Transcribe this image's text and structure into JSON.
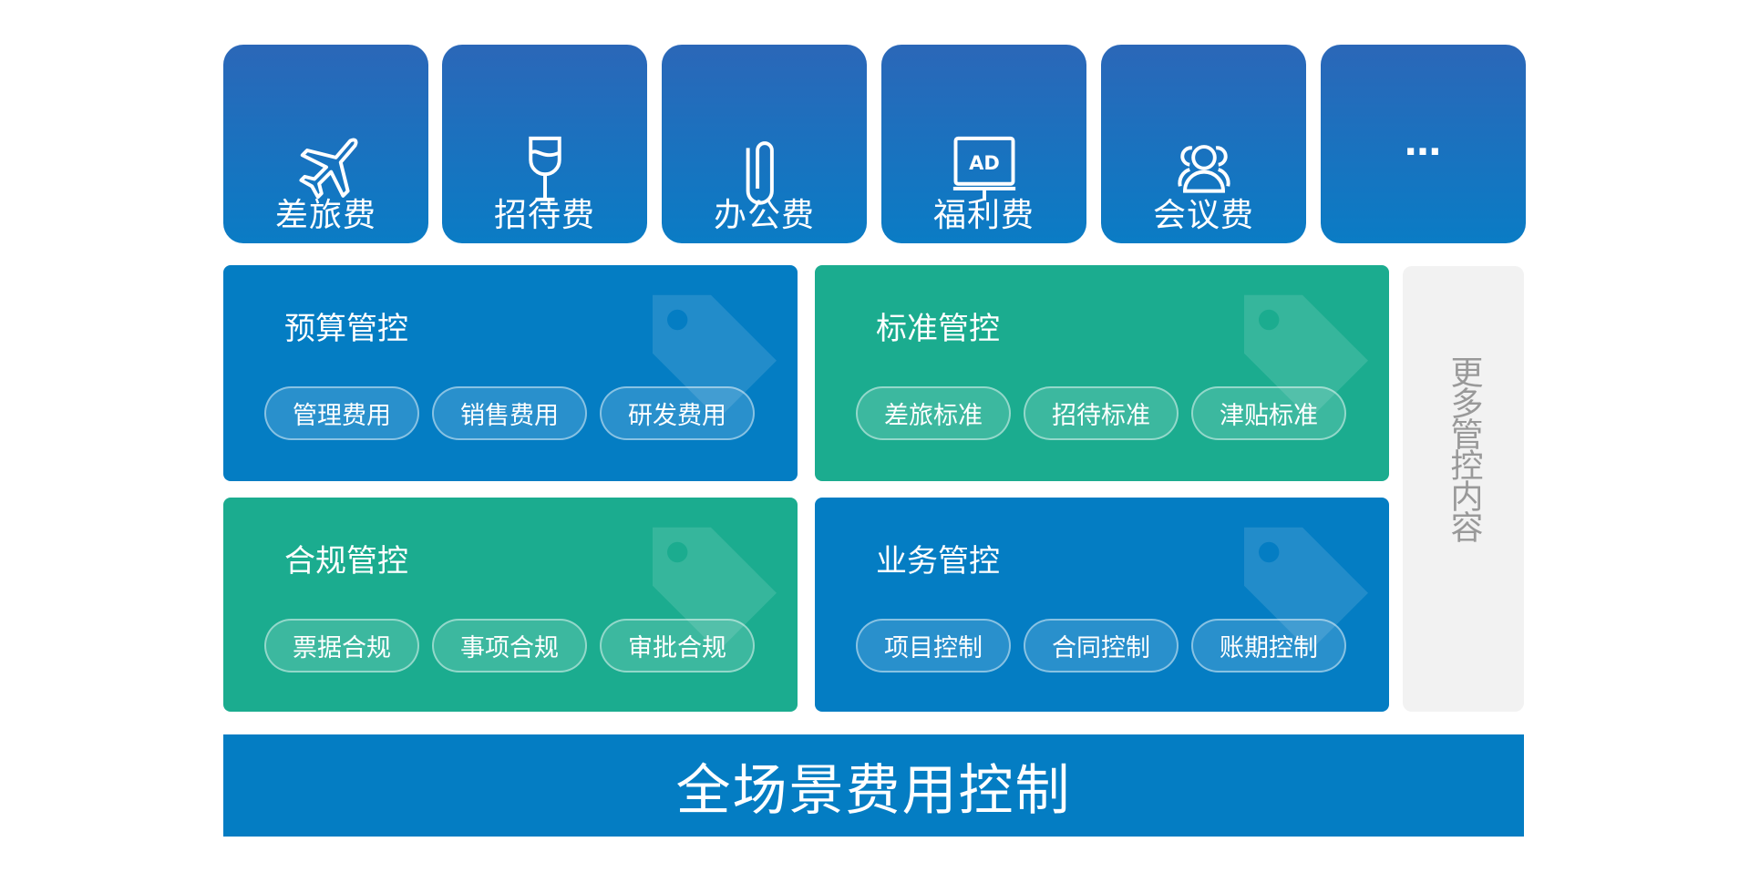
{
  "categories": [
    {
      "label": "差旅费",
      "icon": "airplane-icon"
    },
    {
      "label": "招待费",
      "icon": "wine-glass-icon"
    },
    {
      "label": "办公费",
      "icon": "paperclip-icon"
    },
    {
      "label": "福利费",
      "icon": "ad-board-icon",
      "icon_text": "AD"
    },
    {
      "label": "会议费",
      "icon": "users-icon"
    },
    {
      "label": "…",
      "icon": "more-icon"
    }
  ],
  "panels": [
    {
      "title": "预算管控",
      "color": "#047dc3",
      "items": [
        "管理费用",
        "销售费用",
        "研发费用"
      ]
    },
    {
      "title": "标准管控",
      "color": "#1bac8f",
      "items": [
        "差旅标准",
        "招待标准",
        "津贴标准"
      ]
    },
    {
      "title": "合规管控",
      "color": "#1bac8f",
      "items": [
        "票据合规",
        "事项合规",
        "审批合规"
      ]
    },
    {
      "title": "业务管控",
      "color": "#047dc3",
      "items": [
        "项目控制",
        "合同控制",
        "账期控制"
      ]
    }
  ],
  "more": "更多管控内容",
  "footer": "全场景费用控制"
}
